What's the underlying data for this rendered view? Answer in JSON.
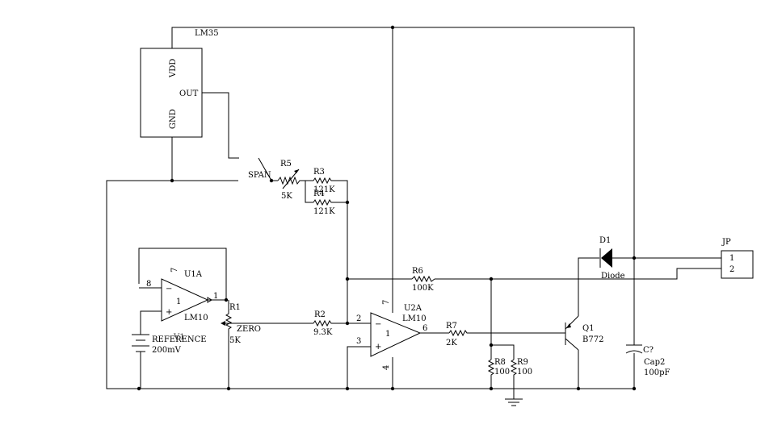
{
  "schematic": {
    "lm35": {
      "name": "LM35",
      "vdd": "VDD",
      "out": "OUT",
      "gnd": "GND"
    },
    "span": "SPAN",
    "zero": "ZERO",
    "r5": {
      "ref": "R5",
      "value": "5K"
    },
    "r3": {
      "ref": "R3",
      "value": "121K"
    },
    "r4": {
      "ref": "R4",
      "value": "121K"
    },
    "r6": {
      "ref": "R6",
      "value": "100K"
    },
    "r2": {
      "ref": "R2",
      "value": "9.3K"
    },
    "r7": {
      "ref": "R7",
      "value": "2K"
    },
    "r8": {
      "ref": "R8",
      "value": "100"
    },
    "r9": {
      "ref": "R9",
      "value": "100"
    },
    "r1": {
      "ref": "R1",
      "value": "5K"
    },
    "u1a": {
      "ref": "U1A",
      "part": "LM10",
      "unit": "1",
      "pin8": "8",
      "pin7": "7",
      "pin1": "1"
    },
    "u2a": {
      "ref": "U2A",
      "part": "LM10",
      "unit": "1",
      "pin2": "2",
      "pin3": "3",
      "pin6": "6",
      "pin7": "7",
      "pin4": "4"
    },
    "v1": {
      "ref": "V1",
      "label": "REFERENCE",
      "value": "200mV"
    },
    "d1": {
      "ref": "D1",
      "part": "Diode"
    },
    "q1": {
      "ref": "Q1",
      "part": "B772"
    },
    "c": {
      "ref": "C?",
      "part": "Cap2",
      "value": "100pF"
    },
    "jp": {
      "ref": "JP",
      "pin1": "1",
      "pin2": "2"
    }
  }
}
